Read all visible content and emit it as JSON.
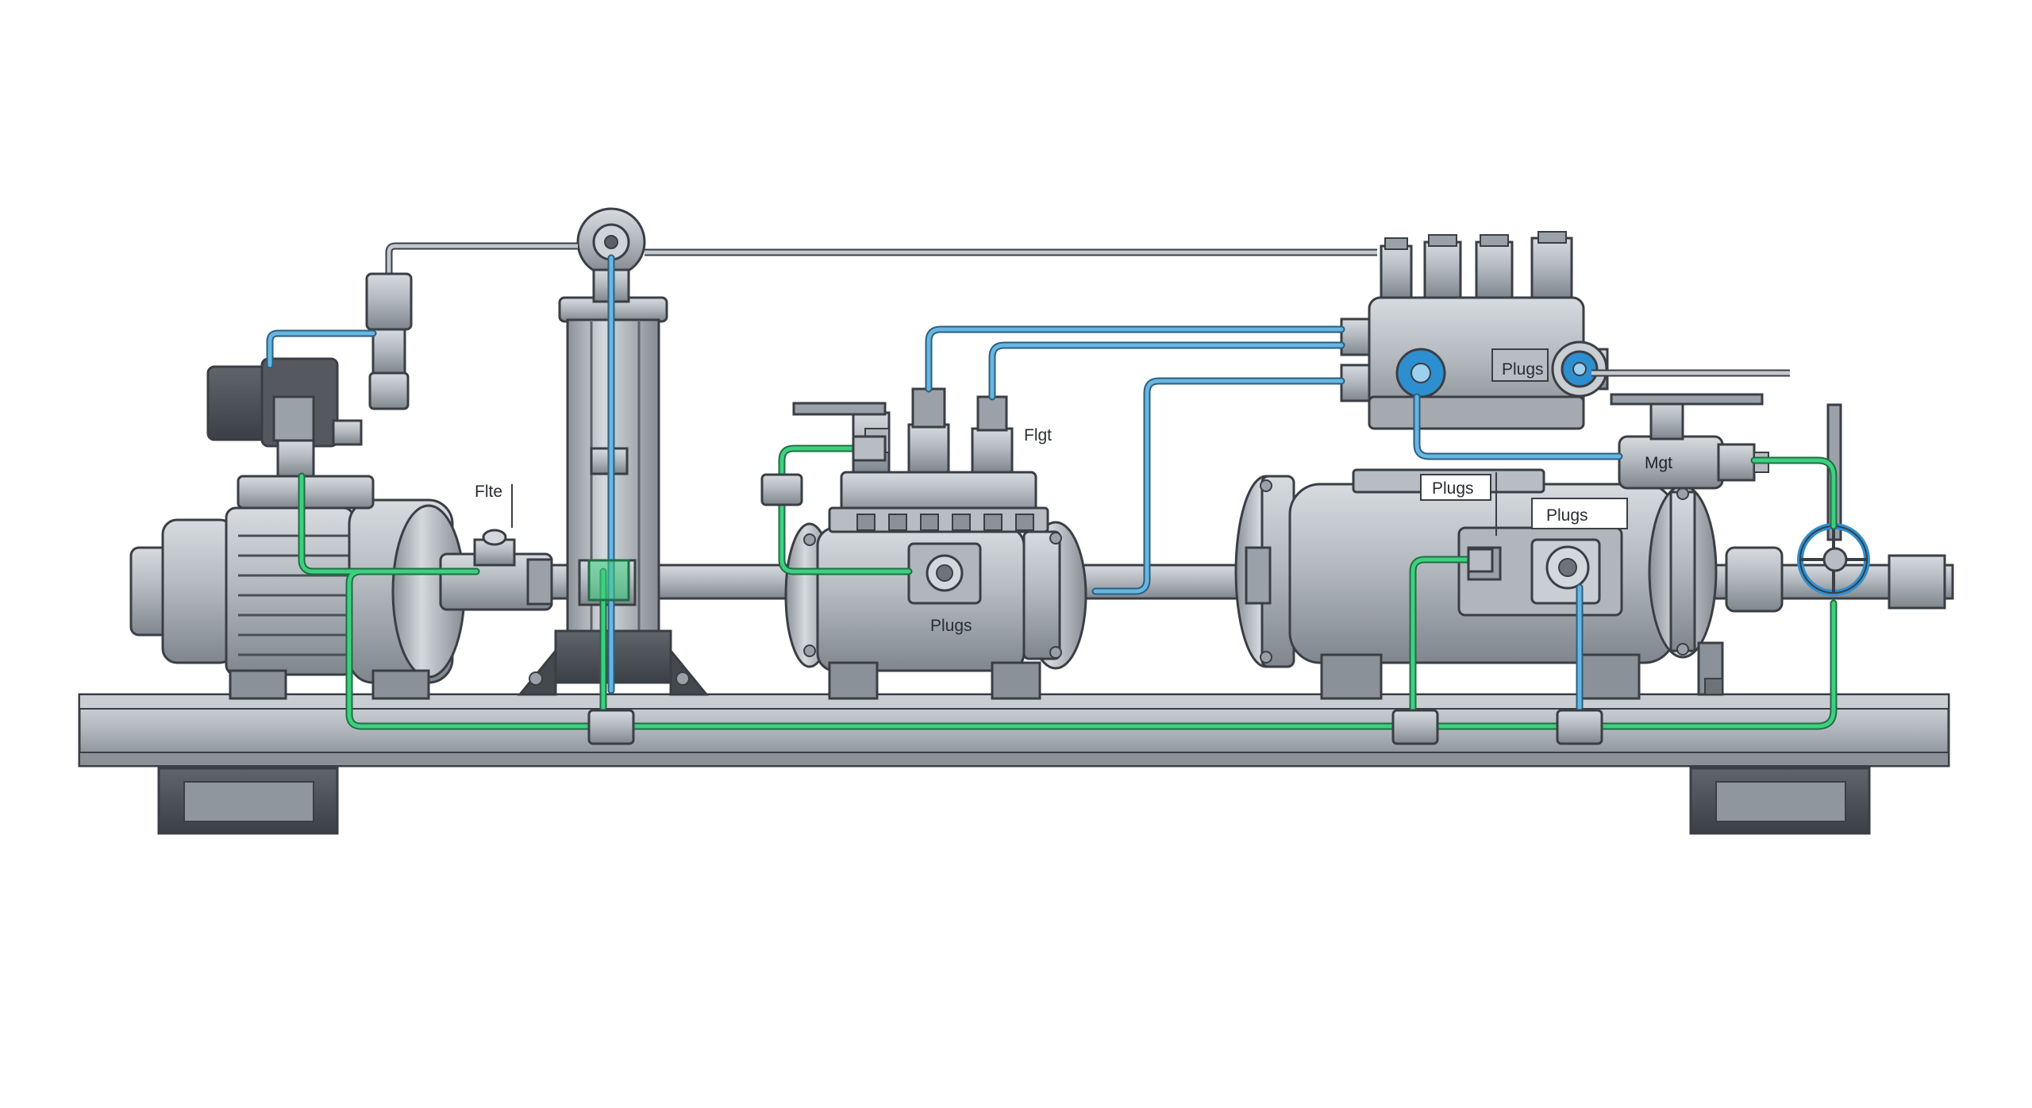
{
  "colors": {
    "background": "#ffffff",
    "steel": "#a9afb6",
    "steel_dark": "#7b8289",
    "steel_light": "#cfd4d9",
    "outline": "#3a3f45",
    "green_line": "#2fb36b",
    "blue_line": "#4aa3d6",
    "sensor_blue": "#2e8fd0",
    "motor_box": "#4a4f55"
  },
  "labels": {
    "flte": "Flte",
    "flgt": "Flgt",
    "plugs_left": "Plugs",
    "plugs_top_right": "Plugs",
    "plugs_center": "Plugs",
    "plugs_right": "Plugs",
    "mgt": "Mgt"
  },
  "icons": {
    "motor": "electric-motor-icon",
    "pump_left": "centrifugal-pump-icon",
    "pump_right": "centrifugal-pump-icon",
    "manifold": "valve-manifold-icon",
    "column": "vertical-column-icon",
    "handwheel": "handwheel-valve-icon",
    "pressure_gauge": "pressure-gauge-icon"
  }
}
